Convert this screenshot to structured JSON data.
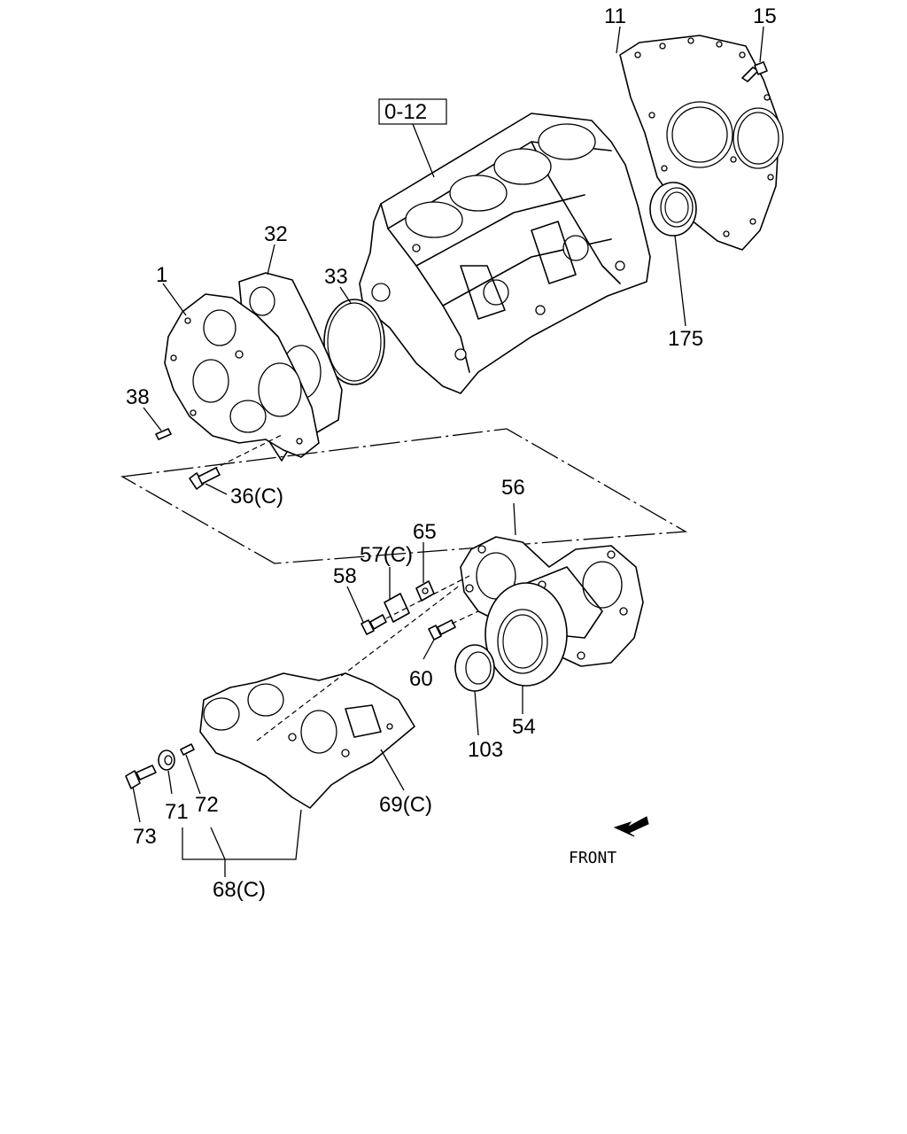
{
  "callouts": {
    "c11": "11",
    "c15": "15",
    "c0_12": "0-12",
    "c32": "32",
    "c1": "1",
    "c33": "33",
    "c175": "175",
    "c38": "38",
    "c36": "36(C)",
    "c56": "56",
    "c65": "65",
    "c57": "57(C)",
    "c58": "58",
    "c60": "60",
    "c54": "54",
    "c103": "103",
    "c69": "69(C)",
    "c71": "71",
    "c72": "72",
    "c73": "73",
    "c68": "68(C)"
  },
  "direction_label": "FRONT"
}
